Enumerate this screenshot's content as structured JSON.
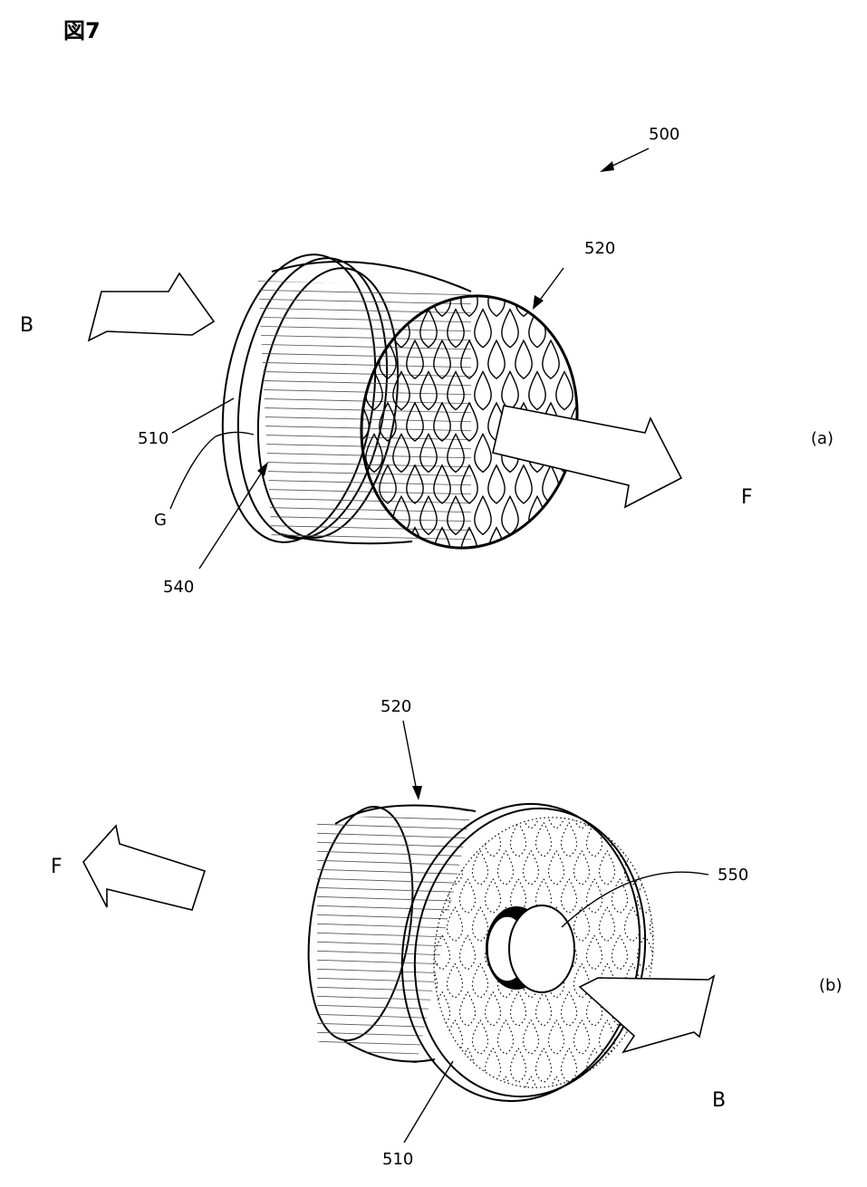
{
  "figure": {
    "title": "図7",
    "ref_main": "500",
    "view_a": {
      "caption": "(a)",
      "labels": {
        "ref_520": "520",
        "ref_510": "510",
        "ref_G": "G",
        "ref_540": "540",
        "dir_B": "B",
        "dir_F": "F"
      }
    },
    "view_b": {
      "caption": "(b)",
      "labels": {
        "ref_520": "520",
        "ref_550": "550",
        "ref_510": "510",
        "dir_F": "F",
        "dir_B": "B"
      }
    }
  }
}
